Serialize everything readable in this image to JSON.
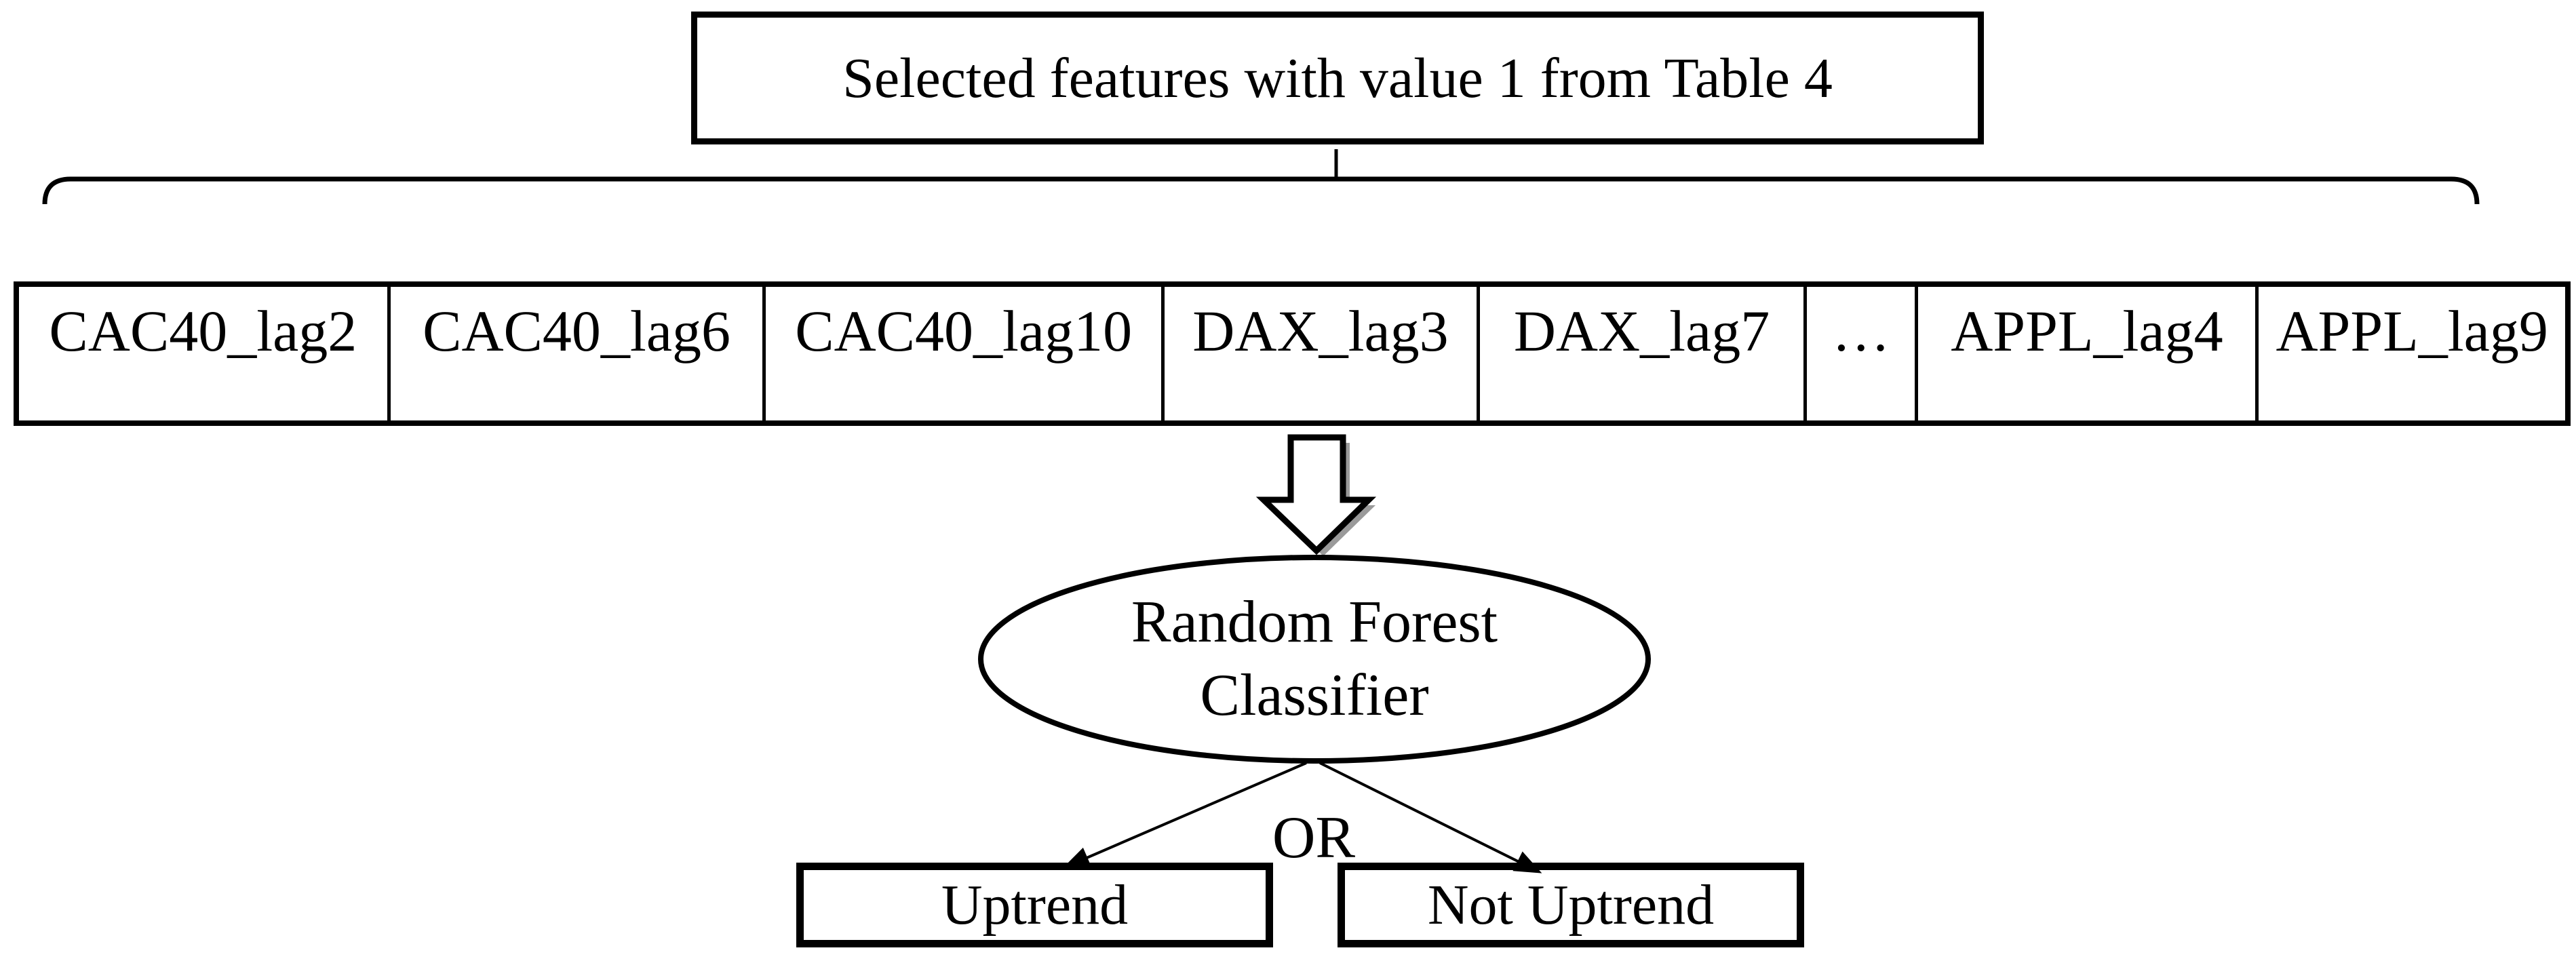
{
  "diagram": {
    "header": {
      "label": "Selected features with value 1 from Table 4"
    },
    "features_table": {
      "cells": [
        "CAC40_lag2",
        "CAC40_lag6",
        "CAC40_lag10",
        "DAX_lag3",
        "DAX_lag7",
        "…",
        "APPL_lag4",
        "APPL_lag9"
      ]
    },
    "classifier": {
      "line1": "Random Forest",
      "line2": "Classifier"
    },
    "or_label": "OR",
    "outcomes": {
      "left": "Uptrend",
      "right": "Not Uptrend"
    },
    "colors": {
      "ink": "#000000",
      "background": "#ffffff",
      "arrow_shadow": "#9a9a9a"
    }
  }
}
